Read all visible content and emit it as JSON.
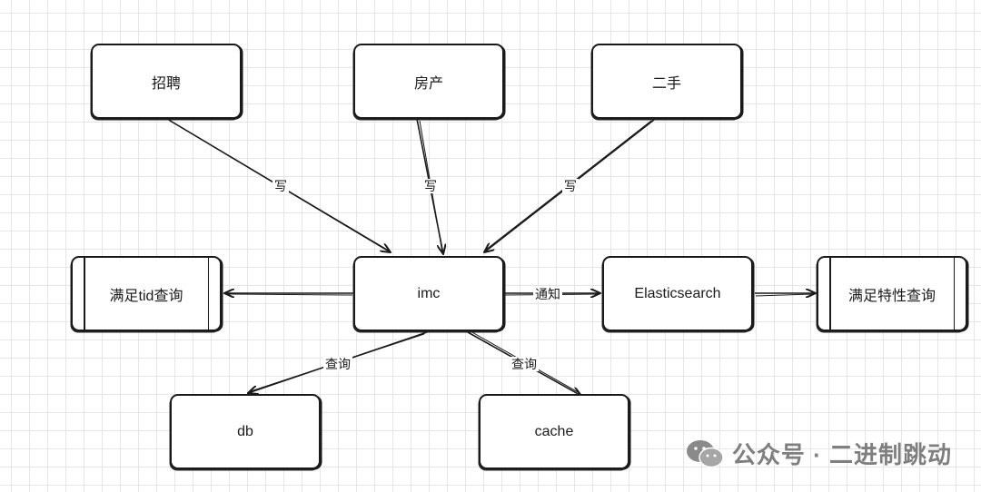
{
  "nodes": {
    "zhaopin": "招聘",
    "fangchan": "房产",
    "ershou": "二手",
    "imc": "imc",
    "tid_query": "满足tid查询",
    "elasticsearch": "Elasticsearch",
    "feature_query": "满足特性查询",
    "db": "db",
    "cache": "cache"
  },
  "edge_labels": {
    "write_1": "写",
    "write_2": "写",
    "write_3": "写",
    "notify": "通知",
    "query_db": "查询",
    "query_cache": "查询"
  },
  "watermark": {
    "text": "公众号 · 二进制跳动",
    "icon": "wechat-icon"
  },
  "colors": {
    "stroke": "#1a1a1a",
    "grid": "#e6e6e6",
    "watermark": "#7f7f7f"
  }
}
